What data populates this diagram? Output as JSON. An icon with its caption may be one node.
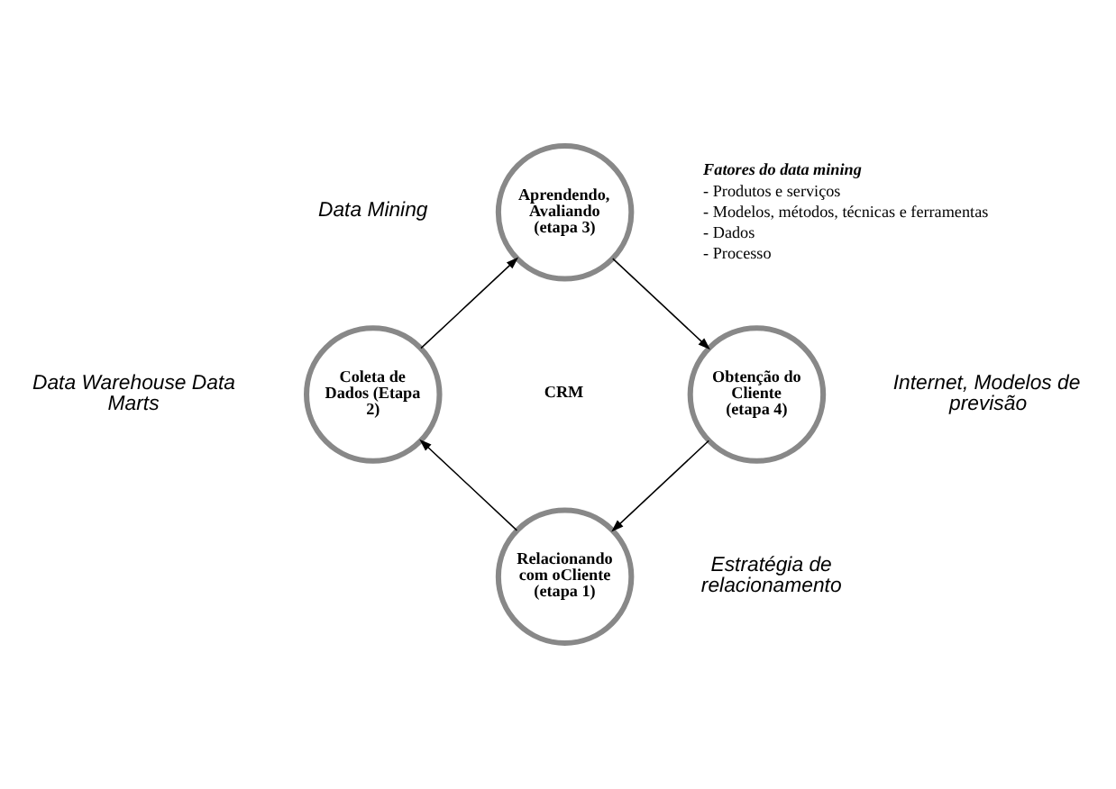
{
  "diagram": {
    "nodes": [
      {
        "text": [
          "Aprendendo, Avaliando (etapa 3)"
        ],
        "beside": [
          "Data Mining"
        ]
      },
      {
        "text": [
          "Coleta de Dados (Etapa 2)"
        ],
        "beside": [
          "Data Warehouse Data Marts"
        ]
      },
      {
        "text": [
          "Obtenção do Cliente (etapa 4)"
        ],
        "beside": [
          "Internet, Modelos de previsão"
        ]
      },
      {
        "text": [
          "Relacionando com oCliente (etapa 1)"
        ],
        "beside": [
          "Estratégia de relacionamento"
        ]
      }
    ],
    "edges": [
      {
        "from": 1,
        "to": 0,
        "arrow": "to"
      },
      {
        "from": 0,
        "to": 2,
        "arrow": "to"
      },
      {
        "from": 2,
        "to": 3,
        "arrow": "to"
      },
      {
        "from": 3,
        "to": 1,
        "arrow": "to"
      }
    ],
    "labels": [
      "Fatores do data mining",
      "- Produtos e serviços",
      "- Modelos, métodos, técnicas e ferramentas",
      "- Dados",
      "- Processo",
      "CRM"
    ]
  }
}
